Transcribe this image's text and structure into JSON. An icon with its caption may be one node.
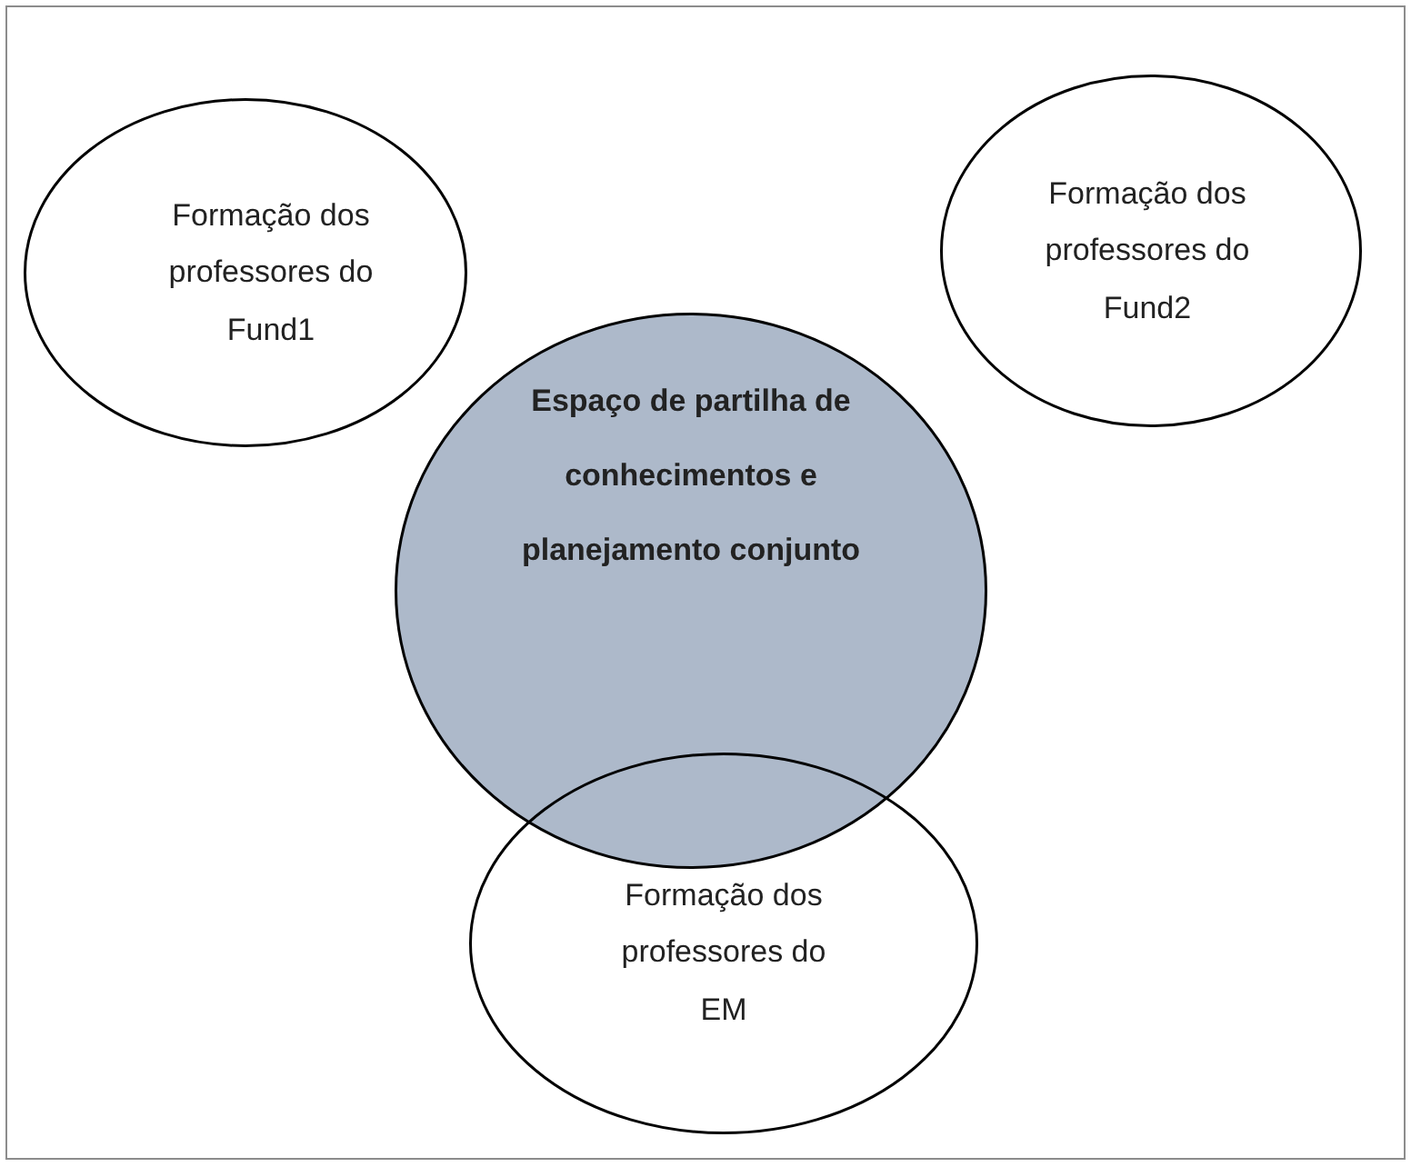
{
  "diagram": {
    "nodes": [
      {
        "text": [
          "Formação dos professores do Fund1"
        ]
      },
      {
        "text": [
          "Formação dos professores do Fund2"
        ]
      },
      {
        "text": [
          "Espaço de partilha de conhecimentos e planejamento conjunto"
        ]
      },
      {
        "text": [
          "Formação dos professores do EM"
        ]
      }
    ]
  }
}
